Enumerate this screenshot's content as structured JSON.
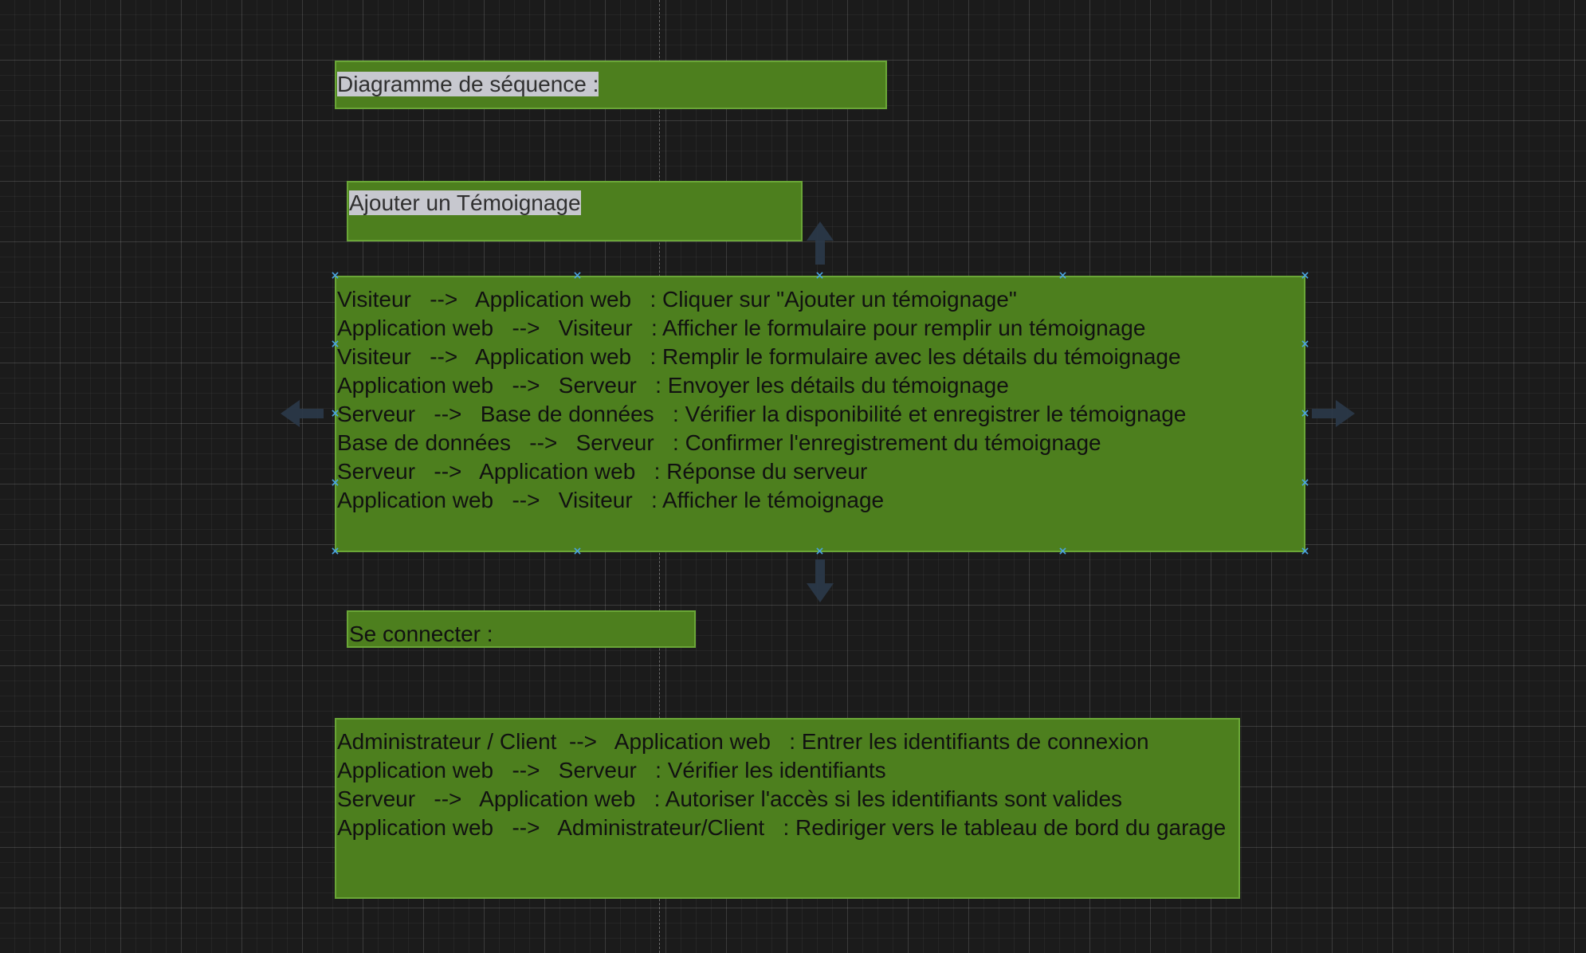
{
  "colors": {
    "shape_fill": "#4d7f1e",
    "shape_stroke": "#6aa637",
    "text": "#111111",
    "selection_handle": "#4aa3df",
    "hover_arrow": "#2b3a4a",
    "canvas_bg": "#1b1b1b"
  },
  "shapes": {
    "title": {
      "text": "Diagramme de séquence :"
    },
    "subtitle": {
      "text": "Ajouter un Témoignage"
    },
    "sequence_testimonial": {
      "lines": [
        "Visiteur   -->   Application web   : Cliquer sur \"Ajouter un témoignage\"",
        "Application web   -->   Visiteur   : Afficher le formulaire pour remplir un témoignage",
        "Visiteur   -->   Application web   : Remplir le formulaire avec les détails du témoignage",
        "Application web   -->   Serveur   : Envoyer les détails du témoignage",
        "Serveur   -->   Base de données   : Vérifier la disponibilité et enregistrer le témoignage",
        "Base de données   -->   Serveur   : Confirmer l'enregistrement du témoignage",
        "Serveur   -->   Application web   : Réponse du serveur",
        "Application web   -->   Visiteur   : Afficher le témoignage"
      ]
    },
    "login_title": {
      "text": "Se connecter :"
    },
    "sequence_login": {
      "lines": [
        "Administrateur / Client  -->   Application web   : Entrer les identifiants de connexion",
        "Application web   -->   Serveur   : Vérifier les identifiants",
        "Serveur   -->   Application web   : Autoriser l'accès si les identifiants sont valides",
        "Application web   -->   Administrateur/Client   : Rediriger vers le tableau de bord du garage"
      ]
    }
  },
  "icons": {
    "selection_handle": "x-handle-icon",
    "arrow_up": "arrow-up-icon",
    "arrow_down": "arrow-down-icon",
    "arrow_left": "arrow-left-icon",
    "arrow_right": "arrow-right-icon"
  }
}
